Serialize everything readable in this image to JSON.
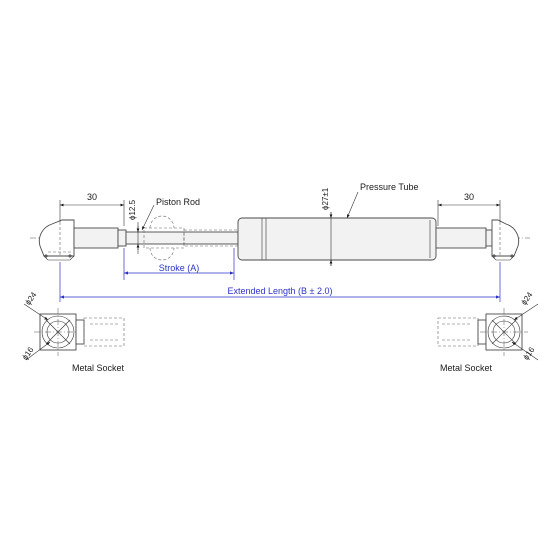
{
  "labels": {
    "dim_30_left": "30",
    "dim_30_right": "30",
    "rod_diameter": "ϕ12.5",
    "tube_diameter": "ϕ27±1",
    "piston_rod": "Piston Rod",
    "pressure_tube": "Pressure Tube",
    "stroke": "Stroke (A)",
    "extended_length": "Extended Length (B ± 2.0)",
    "socket_outer_left": "ϕ24",
    "socket_inner_left": "ϕ16",
    "socket_outer_right": "ϕ24",
    "socket_inner_right": "ϕ16",
    "metal_socket_left": "Metal Socket",
    "metal_socket_right": "Metal Socket"
  }
}
